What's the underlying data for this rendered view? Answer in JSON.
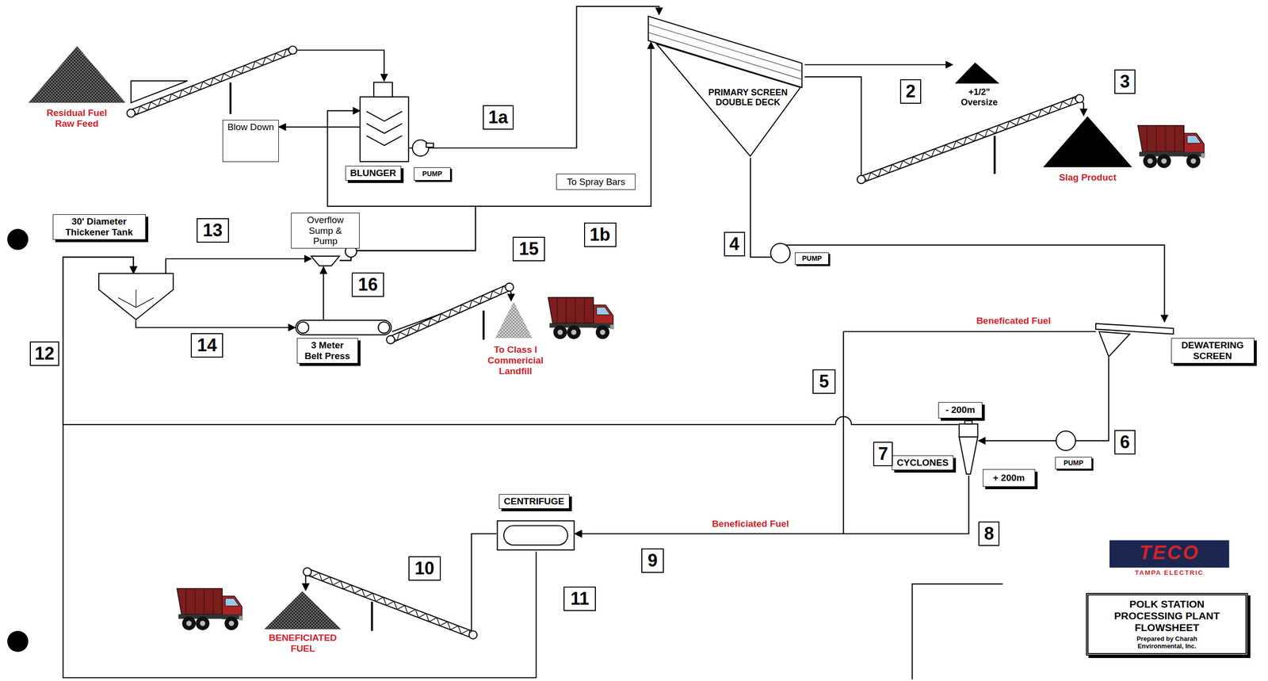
{
  "diagram": {
    "nodes": [
      {
        "text": [
          "Residual Fuel Raw Feed"
        ]
      },
      {
        "text": [
          "Blow Down"
        ]
      },
      {
        "text": [
          "BLUNGER"
        ]
      },
      {
        "text": [
          "PUMP"
        ]
      },
      {
        "text": [
          "To Spray Bars"
        ]
      },
      {
        "text": [
          "PRIMARY SCREEN DOUBLE DECK"
        ]
      },
      {
        "text": [
          "+1/2\" Oversize"
        ]
      },
      {
        "text": [
          "Slag Product"
        ]
      },
      {
        "text": [
          "30' Diameter Thickener Tank"
        ]
      },
      {
        "text": [
          "Overflow Sump & Pump"
        ]
      },
      {
        "text": [
          "PUMP"
        ]
      },
      {
        "text": [
          "3 Meter Belt Press"
        ]
      },
      {
        "text": [
          "To Class I Commericial Landfill"
        ]
      },
      {
        "text": [
          "DEWATERING SCREEN"
        ]
      },
      {
        "text": [
          "- 200m"
        ]
      },
      {
        "text": [
          "CYCLONES"
        ]
      },
      {
        "text": [
          "PUMP"
        ]
      },
      {
        "text": [
          "+ 200m"
        ]
      },
      {
        "text": [
          "CENTRIFUGE"
        ]
      },
      {
        "text": [
          "BENEFICIATED FUEL"
        ]
      },
      {
        "text": [
          "POLK STATION PROCESSING PLANT FLOWSHEET",
          "Prepared by Charah Environmental, Inc."
        ]
      }
    ],
    "edges": [
      {
        "from": 0,
        "to": 2,
        "arrow": "to"
      },
      {
        "from": 2,
        "to": 1,
        "arrow": "to"
      },
      {
        "from": 2,
        "to": 5,
        "arrow": "to"
      },
      {
        "from": 9,
        "to": 5,
        "arrow": "to"
      },
      {
        "from": 9,
        "to": 2,
        "arrow": "to"
      },
      {
        "from": 5,
        "to": 6,
        "arrow": "to"
      },
      {
        "from": 5,
        "to": 7,
        "arrow": "to"
      },
      {
        "from": 5,
        "to": 13,
        "arrow": "to"
      },
      {
        "from": 13,
        "to": 15,
        "arrow": "to"
      },
      {
        "from": 13,
        "to": 18,
        "label": "Beneficated Fuel",
        "arrow": "to"
      },
      {
        "from": 15,
        "to": 18,
        "label": "Beneficiated Fuel",
        "arrow": "to"
      },
      {
        "from": 15,
        "to": 8,
        "arrow": "to"
      },
      {
        "from": 18,
        "to": 8,
        "arrow": "to"
      },
      {
        "from": 18,
        "to": 19,
        "arrow": "to"
      },
      {
        "from": 8,
        "to": 9,
        "arrow": "to"
      },
      {
        "from": 8,
        "to": 11,
        "arrow": "to"
      },
      {
        "from": 11,
        "to": 9,
        "arrow": "to"
      },
      {
        "from": 11,
        "to": 12,
        "arrow": "to"
      }
    ],
    "labels": [
      "1a",
      "2",
      "3",
      "1b",
      "15",
      "4",
      "13",
      "16",
      "14",
      "12",
      "5",
      "6",
      "7",
      "8",
      "9",
      "10",
      "11",
      "TECO",
      "TAMPA ELECTRIC"
    ]
  }
}
